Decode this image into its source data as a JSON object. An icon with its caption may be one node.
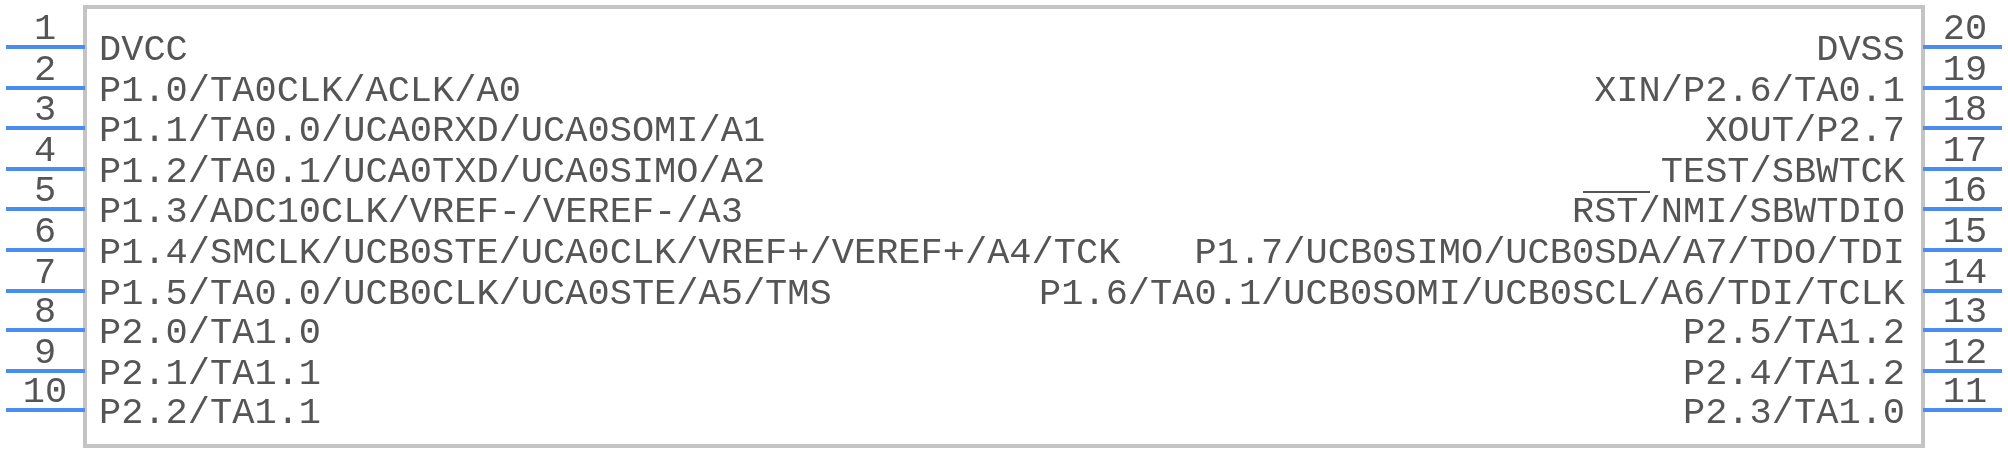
{
  "diagram": {
    "labels": [
      "1",
      "DVCC",
      "DVSS",
      "20",
      "2",
      "P1.0/TA0CLK/ACLK/A0",
      "XIN/P2.6/TA0.1",
      "19",
      "3",
      "P1.1/TA0.0/UCA0RXD/UCA0SOMI/A1",
      "XOUT/P2.7",
      "18",
      "4",
      "P1.2/TA0.1/UCA0TXD/UCA0SIMO/A2",
      "TEST/SBWTCK",
      "17",
      "5",
      "P1.3/ADC10CLK/VREF-/VEREF-/A3",
      "RST/NMI/SBWTDIO",
      "16",
      "6",
      "P1.4/SMCLK/UCB0STE/UCA0CLK/VREF+/VEREF+/A4/TCK",
      "P1.7/UCB0SIMO/UCB0SDA/A7/TDO/TDI",
      "15",
      "7",
      "P1.5/TA0.0/UCB0CLK/UCA0STE/A5/TMS",
      "P1.6/TA0.1/UCB0SOMI/UCB0SCL/A6/TDI/TCLK",
      "14",
      "8",
      "P2.0/TA1.0",
      "P2.5/TA1.2",
      "13",
      "9",
      "P2.1/TA1.1",
      "P2.4/TA1.2",
      "12",
      "10",
      "P2.2/TA1.1",
      "P2.3/TA1.0",
      "11"
    ]
  }
}
